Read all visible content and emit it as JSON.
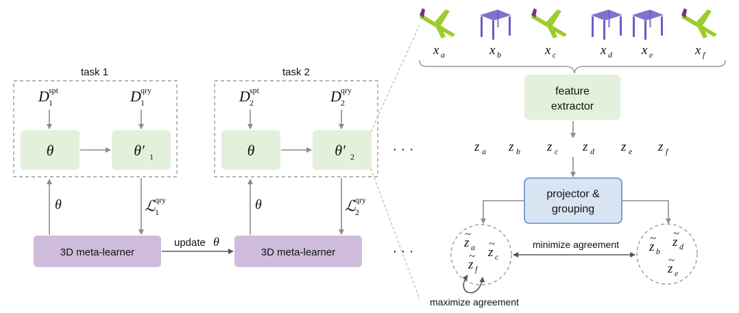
{
  "tasks": [
    {
      "label": "task 1",
      "spt_index": "1",
      "qry_index": "1",
      "spt_sup": "spt",
      "qry_sup": "qry",
      "loss_sub": "1",
      "loss_sup": "qry"
    },
    {
      "label": "task 2",
      "spt_index": "2",
      "qry_index": "2",
      "spt_sup": "spt",
      "qry_sup": "qry",
      "loss_sub": "2",
      "loss_sup": "qry"
    }
  ],
  "symbols": {
    "D": "D",
    "theta": "θ",
    "theta_prime": "θ′",
    "loss": "ℒ"
  },
  "meta_learner_label": "3D meta-learner",
  "update_label": "update",
  "ellipsis": "· · ·",
  "samples": [
    {
      "base": "x",
      "sub": "a",
      "shape": "airplane"
    },
    {
      "base": "x",
      "sub": "b",
      "shape": "table"
    },
    {
      "base": "x",
      "sub": "c",
      "shape": "airplane"
    },
    {
      "base": "x",
      "sub": "d",
      "shape": "table"
    },
    {
      "base": "x",
      "sub": "e",
      "shape": "table"
    },
    {
      "base": "x",
      "sub": "f",
      "shape": "airplane"
    }
  ],
  "feature_extractor_label": [
    "feature",
    "extractor"
  ],
  "features": [
    {
      "base": "z",
      "sub": "a"
    },
    {
      "base": "z",
      "sub": "b"
    },
    {
      "base": "z",
      "sub": "c"
    },
    {
      "base": "z",
      "sub": "d"
    },
    {
      "base": "z",
      "sub": "e"
    },
    {
      "base": "z",
      "sub": "f"
    }
  ],
  "projector_label": [
    "projector &",
    "grouping"
  ],
  "group_left": [
    {
      "base": "z",
      "sub": "a"
    },
    {
      "base": "z",
      "sub": "c"
    },
    {
      "base": "z",
      "sub": "f"
    }
  ],
  "group_right": [
    {
      "base": "z",
      "sub": "b"
    },
    {
      "base": "z",
      "sub": "d"
    },
    {
      "base": "z",
      "sub": "e"
    }
  ],
  "tilde": "~",
  "minimize_label": "minimize agreement",
  "maximize_label": "maximize agreement",
  "colors": {
    "green_box": "#e3f0dc",
    "purple_box": "#cfbbdc",
    "blue_box": "#d9e4f2",
    "airplane": "#9ccd2c",
    "airplane_tail": "#7a2f8f",
    "table": "#6a5bc4"
  }
}
